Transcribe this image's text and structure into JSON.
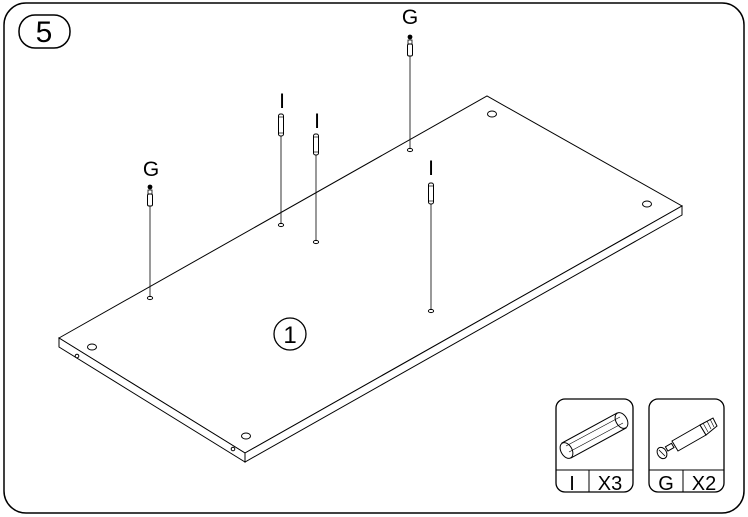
{
  "step": {
    "number": "5"
  },
  "panel": {
    "label": "1"
  },
  "parts": [
    {
      "id": "I",
      "label": "I"
    },
    {
      "id": "I",
      "label": "I"
    },
    {
      "id": "G",
      "label": "G"
    },
    {
      "id": "G",
      "label": "G"
    },
    {
      "id": "I",
      "label": "I"
    }
  ],
  "legend": [
    {
      "letter": "I",
      "qty": "X3",
      "icon": "wooden-dowel-icon"
    },
    {
      "letter": "G",
      "qty": "X2",
      "icon": "cam-bolt-icon"
    }
  ]
}
